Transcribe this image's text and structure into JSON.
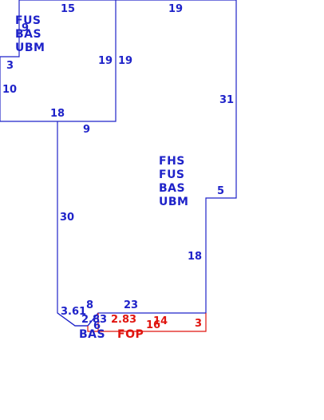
{
  "colors": {
    "main": "#1f23c9",
    "porch": "#e0150f"
  },
  "areas": {
    "upper_left": [
      "FUS",
      "BAS",
      "UBM"
    ],
    "main": [
      "FHS",
      "FUS",
      "BAS",
      "UBM"
    ],
    "bay": "BAS",
    "porch": "FOP"
  },
  "dims": {
    "ul_top": "15",
    "ul_inner": "9",
    "ul_notch": "3",
    "ul_left": "10",
    "ul_right": "19",
    "ul_bottom": "18",
    "main_top": "19",
    "main_left_top": "19",
    "main_step": "9",
    "main_right": "31",
    "main_jog": "5",
    "main_right_lower": "18",
    "main_left": "30",
    "bay_a": "3.61",
    "bay_b": "8",
    "bay_c": "2.83",
    "bay_d": "6",
    "main_bottom": "23"
  },
  "porch_dims": {
    "d1": "2.83",
    "d2": "16",
    "d3": "14",
    "d4": "3"
  }
}
